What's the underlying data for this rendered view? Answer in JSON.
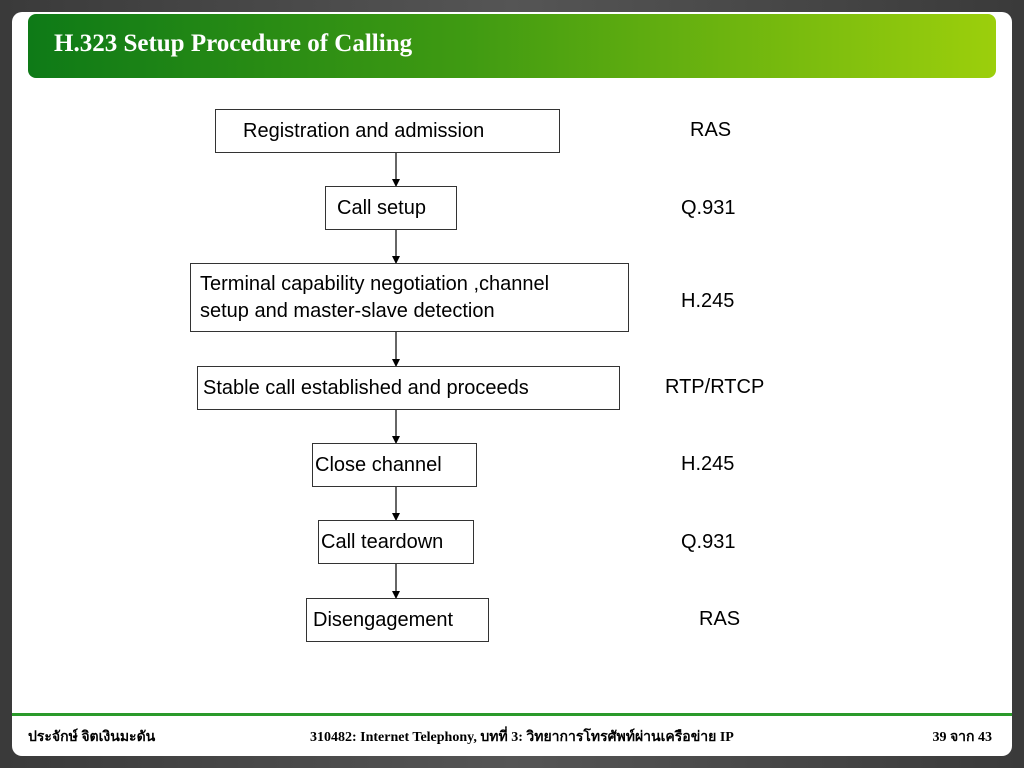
{
  "title": "H.323 Setup Procedure of Calling",
  "steps": [
    {
      "label": "Registration and admission",
      "protocol": "RAS"
    },
    {
      "label": "Call setup",
      "protocol": "Q.931"
    },
    {
      "label_line1": "Terminal capability negotiation ,channel",
      "label_line2": "setup and master-slave detection",
      "protocol": "H.245"
    },
    {
      "label": "Stable call established and proceeds",
      "protocol": "RTP/RTCP"
    },
    {
      "label": "Close channel",
      "protocol": "H.245"
    },
    {
      "label": "Call teardown",
      "protocol": "Q.931"
    },
    {
      "label": "Disengagement",
      "protocol": "RAS"
    }
  ],
  "footer": {
    "author": "ประจักษ์ จิตเงินมะดัน",
    "course": "310482: Internet Telephony, บทที่ 3: วิทยาการโทรศัพท์ผ่านเครือข่าย IP",
    "page": "39 จาก 43"
  }
}
